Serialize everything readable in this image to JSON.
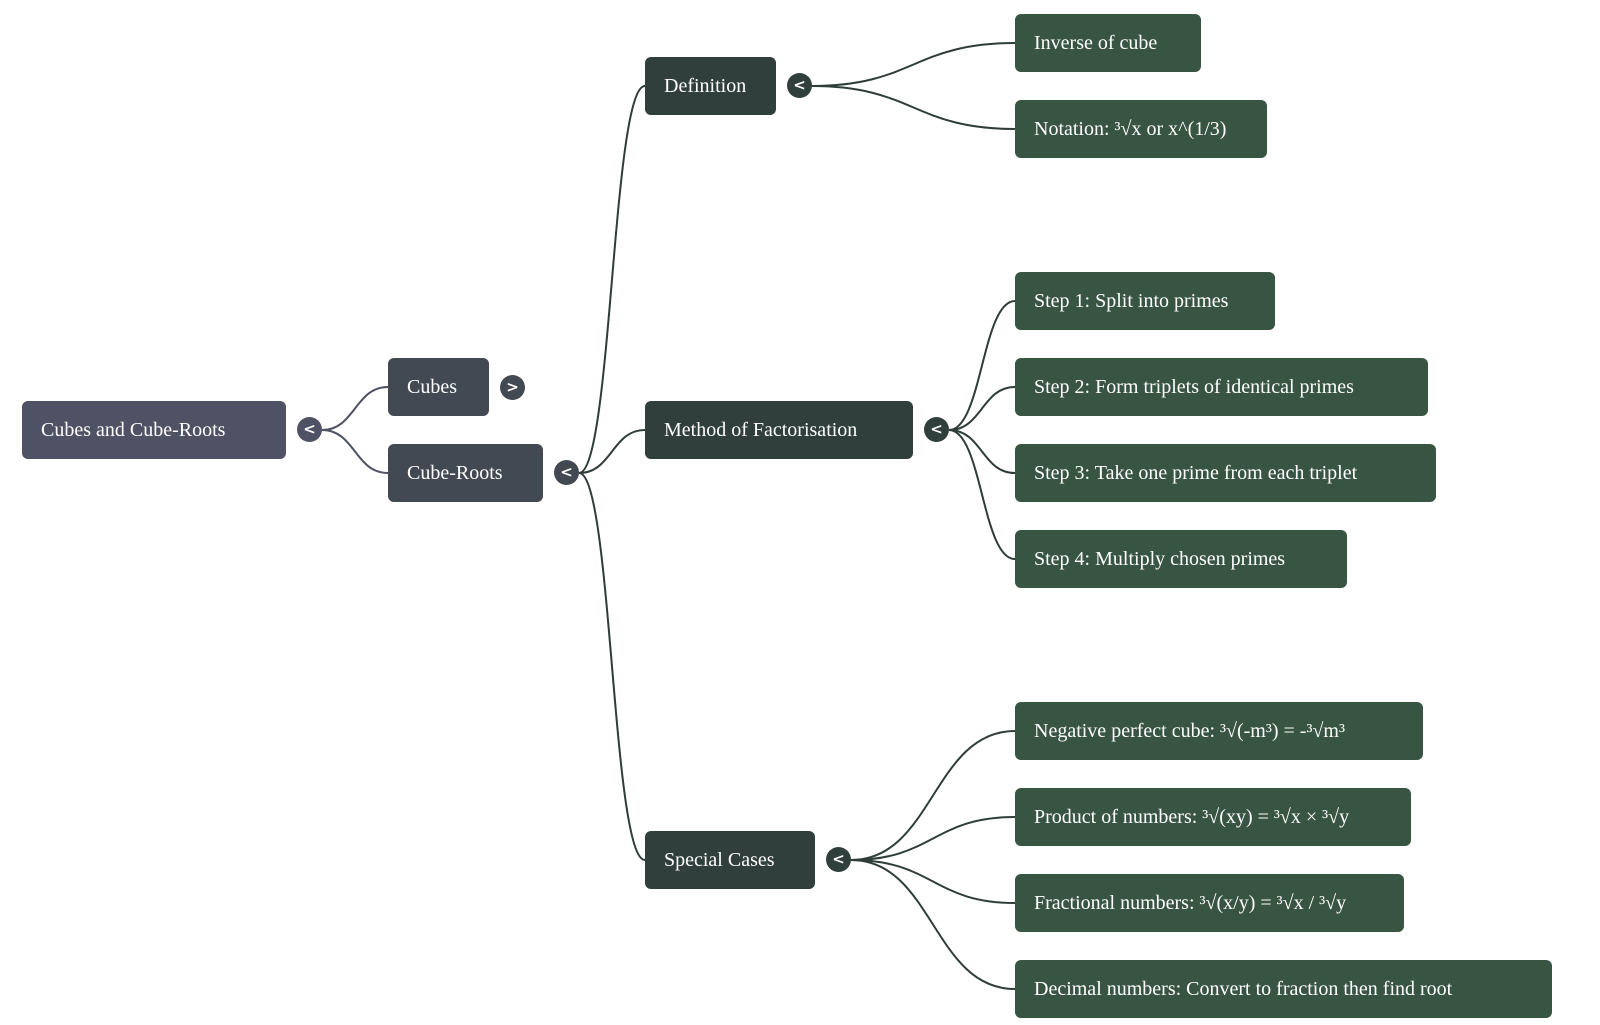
{
  "mindmap": {
    "root": {
      "label": "Cubes and Cube-Roots",
      "toggle": "<",
      "color": "#4f5164"
    },
    "branches": [
      {
        "label": "Cubes",
        "toggle": ">",
        "collapsed": true,
        "color": "#434952"
      },
      {
        "label": "Cube-Roots",
        "toggle": "<",
        "collapsed": false,
        "color": "#434952",
        "children": [
          {
            "label": "Definition",
            "toggle": "<",
            "color": "#303f3b",
            "children": [
              "Inverse of cube",
              "Notation: ³√x or x^(1/3)"
            ]
          },
          {
            "label": "Method of Factorisation",
            "toggle": "<",
            "color": "#303f3b",
            "children": [
              "Step 1: Split into primes",
              "Step 2: Form triplets of identical primes",
              "Step 3: Take one prime from each triplet",
              "Step 4: Multiply chosen primes"
            ]
          },
          {
            "label": "Special Cases",
            "toggle": "<",
            "color": "#303f3b",
            "children": [
              "Negative perfect cube: ³√(-m³) = -³√m³",
              "Product of numbers: ³√(xy) = ³√x × ³√y",
              "Fractional numbers: ³√(x/y) = ³√x / ³√y",
              "Decimal numbers: Convert to fraction then find root"
            ]
          }
        ]
      }
    ],
    "leaf_color": "#385443",
    "link_colors": {
      "root": "#4f5164",
      "branch": "#2f3d38"
    }
  }
}
